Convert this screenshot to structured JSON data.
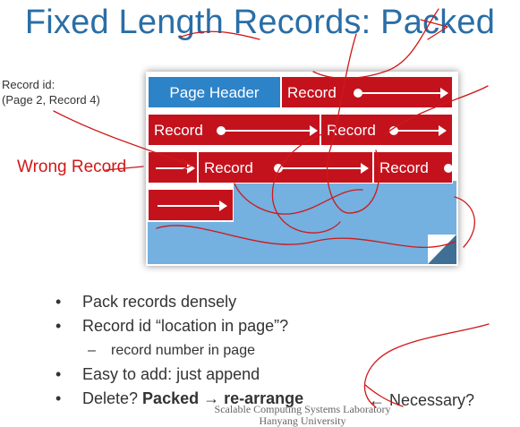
{
  "slide": {
    "title": "Fixed Length Records: Packed",
    "record_id_label": "Record id:",
    "record_id_value": "(Page 2, Record 4)",
    "wrong_record": "Wrong Record",
    "page_header": "Page Header",
    "record_label": "Record",
    "bullets": [
      {
        "bullet": "•",
        "text": "Pack records densely"
      },
      {
        "bullet": "•",
        "text": "Record id “location in page”?"
      },
      {
        "bullet": "–",
        "text": "record number in page"
      },
      {
        "bullet": "•",
        "text": "Easy to add: just append"
      },
      {
        "bullet": "•",
        "text_plain": "Delete? ",
        "text_strong": "Packed → re-arrange"
      }
    ],
    "necessary": "← Necessary?",
    "watermark_line1": "Scalable Computing Systems Laboratory",
    "watermark_line2": "Hanyang University"
  },
  "colors": {
    "title": "#2a6ea6",
    "record_fill": "#c4121d",
    "header_fill": "#2d83c8",
    "free_space": "#74b0e0",
    "annotation_red": "#d01818"
  }
}
